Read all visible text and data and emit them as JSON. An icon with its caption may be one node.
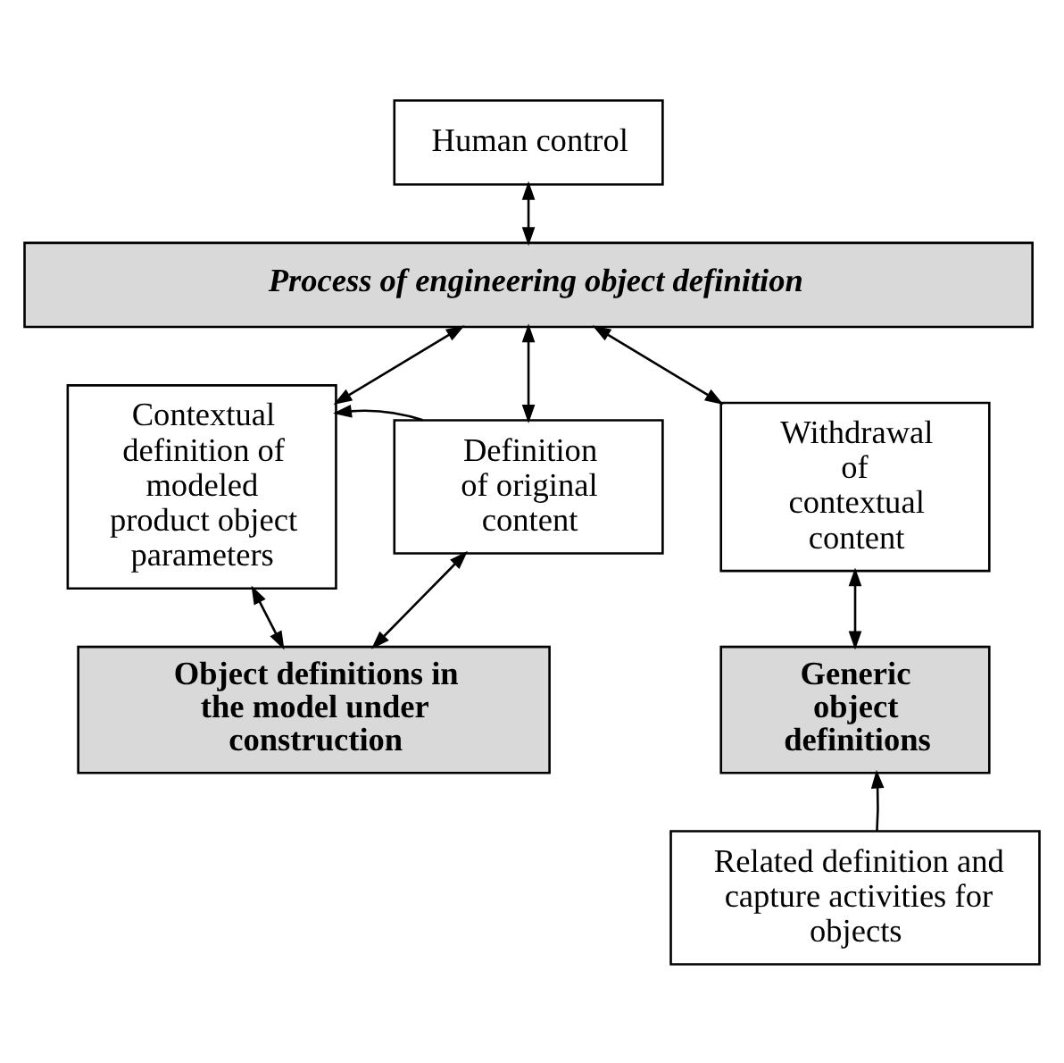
{
  "diagram": {
    "nodes": [
      {
        "text": [
          "Human control"
        ]
      },
      {
        "text": [
          "Process of engineering object definition"
        ]
      },
      {
        "text": [
          "Contextual definition of modeled product object parameters"
        ]
      },
      {
        "text": [
          "Definition of original content"
        ]
      },
      {
        "text": [
          "Withdrawal of contextual content"
        ]
      },
      {
        "text": [
          "Object definitions in the model under construction"
        ]
      },
      {
        "text": [
          "Generic object definitions"
        ]
      },
      {
        "text": [
          "Related definition and capture activities for objects"
        ]
      }
    ],
    "edges": [
      {
        "from": 0,
        "to": 1,
        "arrow": "both"
      },
      {
        "from": 1,
        "to": 2,
        "arrow": "both"
      },
      {
        "from": 1,
        "to": 3,
        "arrow": "both"
      },
      {
        "from": 1,
        "to": 4,
        "arrow": "both"
      },
      {
        "from": 3,
        "to": 2,
        "arrow": "to"
      },
      {
        "from": 2,
        "to": 5,
        "arrow": "both"
      },
      {
        "from": 3,
        "to": 5,
        "arrow": "both"
      },
      {
        "from": 4,
        "to": 6,
        "arrow": "both"
      },
      {
        "from": 7,
        "to": 6,
        "arrow": "to"
      }
    ]
  }
}
